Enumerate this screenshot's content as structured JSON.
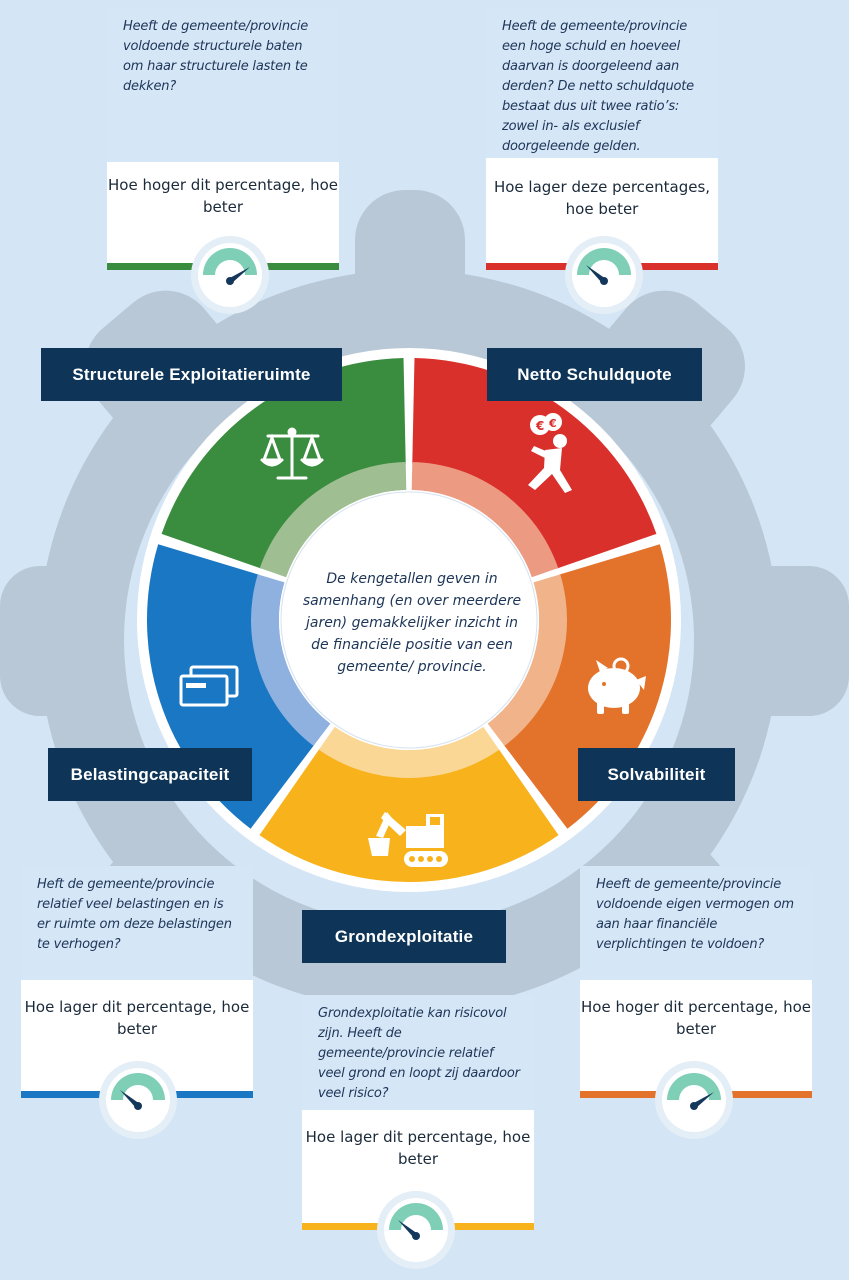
{
  "center_text": "De kengetallen geven in samenhang (en over meerdere jaren) gemakkelijker inzicht in de financiële positie van een gemeente/ provincie.",
  "colors": {
    "green": "#3a8c3f",
    "red": "#d9302c",
    "orange": "#e3722a",
    "yellow": "#f8b21c",
    "blue": "#1a77c4",
    "navy": "#0e3457",
    "gauge": "#7fcfb6"
  },
  "segments": [
    {
      "key": "structurele",
      "label": "Structurele Exploitatieruimte",
      "icon": "scales-icon"
    },
    {
      "key": "schuld",
      "label": "Netto Schuldquote",
      "icon": "debt-person-icon"
    },
    {
      "key": "solvabiliteit",
      "label": "Solvabiliteit",
      "icon": "piggy-bank-icon"
    },
    {
      "key": "grond",
      "label": "Grondexploitatie",
      "icon": "excavator-icon"
    },
    {
      "key": "belasting",
      "label": "Belastingcapaciteit",
      "icon": "card-icon"
    }
  ],
  "cards": {
    "structurele": {
      "question": "Heeft de gemeente/provincie voldoende structurele baten om haar structurele lasten te dekken?",
      "answer": "Hoe hoger dit percentage, hoe beter"
    },
    "schuld": {
      "question": "Heeft de gemeente/provincie een hoge schuld en hoeveel daarvan is doorgeleend aan derden? De netto schuldquote bestaat dus uit twee ratio’s: zowel in- als exclusief doorgeleende gelden.",
      "answer": "Hoe lager deze percentages, hoe beter"
    },
    "belasting": {
      "question": "Heft de gemeente/provincie relatief veel belastingen en is er ruimte om deze belastingen te verhogen?",
      "answer": "Hoe lager dit percentage, hoe beter"
    },
    "grond": {
      "question": "Grondexploitatie kan risicovol zijn. Heeft de gemeente/provincie relatief veel grond en loopt zij daardoor veel risico?",
      "answer": "Hoe lager dit percentage, hoe beter"
    },
    "solvabiliteit": {
      "question": "Heeft de gemeente/provincie voldoende eigen vermogen om aan haar financiële verplichtingen te voldoen?",
      "answer": "Hoe hoger dit percentage, hoe beter"
    }
  }
}
